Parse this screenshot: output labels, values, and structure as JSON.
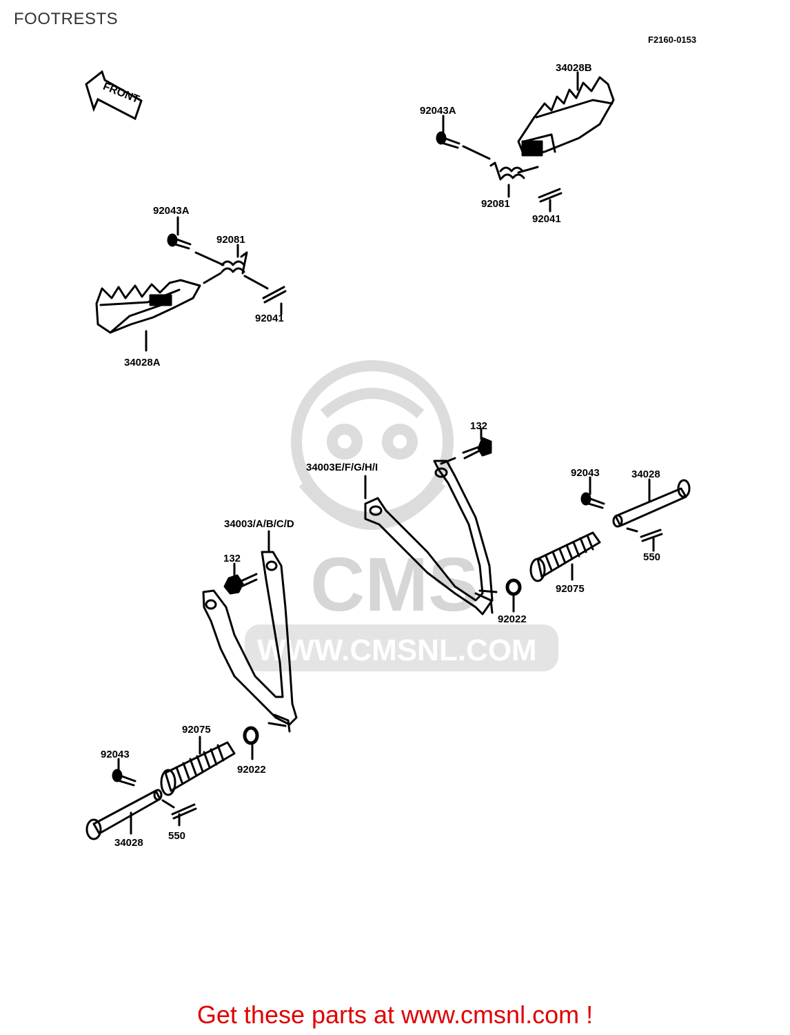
{
  "header": {
    "title": "FOOTRESTS",
    "diagram_code": "F2160-0153"
  },
  "front_marker": "FRONT",
  "watermark": {
    "brand": "CMS",
    "url": "WWW.CMSNL.COM"
  },
  "labels": {
    "p34028B": "34028B",
    "p92043A_top": "92043A",
    "p92081_top": "92081",
    "p92041_top": "92041",
    "p92043A_left": "92043A",
    "p92081_left": "92081",
    "p92041_left": "92041",
    "p34028A": "34028A",
    "p132_right": "132",
    "p34003EFGHI": "34003E/F/G/H/I",
    "p92043_right": "92043",
    "p34028_right": "34028",
    "p550_right": "550",
    "p92075_right": "92075",
    "p92022_right": "92022",
    "p34003ABCD": "34003/A/B/C/D",
    "p132_left": "132",
    "p92075_left": "92075",
    "p92043_left": "92043",
    "p92022_left": "92022",
    "p34028_left": "34028",
    "p550_left": "550"
  },
  "footer": {
    "link_text": "Get these parts at www.cmsnl.com !"
  }
}
